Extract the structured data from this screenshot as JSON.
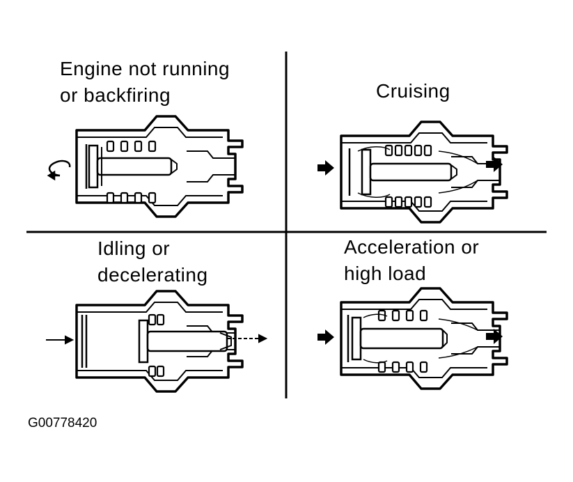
{
  "panels": [
    {
      "id": "engine-not-running",
      "label_lines": [
        "Engine not running",
        "or backfiring"
      ]
    },
    {
      "id": "cruising",
      "label_lines": [
        "Cruising"
      ]
    },
    {
      "id": "idling",
      "label_lines": [
        "Idling or",
        "decelerating"
      ]
    },
    {
      "id": "acceleration",
      "label_lines": [
        "Acceleration or",
        "high load"
      ]
    }
  ],
  "figure_code": "G00778420",
  "colors": {
    "ink": "#000000",
    "background": "#ffffff"
  }
}
